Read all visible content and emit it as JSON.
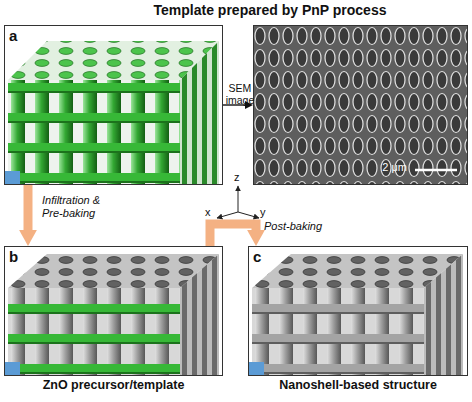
{
  "diagram": {
    "title": "Template prepared by PnP process",
    "nodes": [
      {
        "text": [
          "a"
        ]
      },
      {
        "text": [
          "2 μm"
        ]
      },
      {
        "text": [
          "b",
          "ZnO precursor/template"
        ]
      },
      {
        "text": [
          "c",
          "Nanoshell-based structure"
        ]
      }
    ],
    "edges": [
      {
        "from": 0,
        "to": 1,
        "arrow": "to",
        "label": "SEM image"
      },
      {
        "from": 0,
        "to": 2,
        "arrow": "to",
        "label": "Infiltration & Pre-baking"
      },
      {
        "from": 2,
        "to": 3,
        "arrow": "to",
        "label": "Post-baking"
      }
    ],
    "labels": [
      "z",
      "x",
      "y"
    ]
  }
}
